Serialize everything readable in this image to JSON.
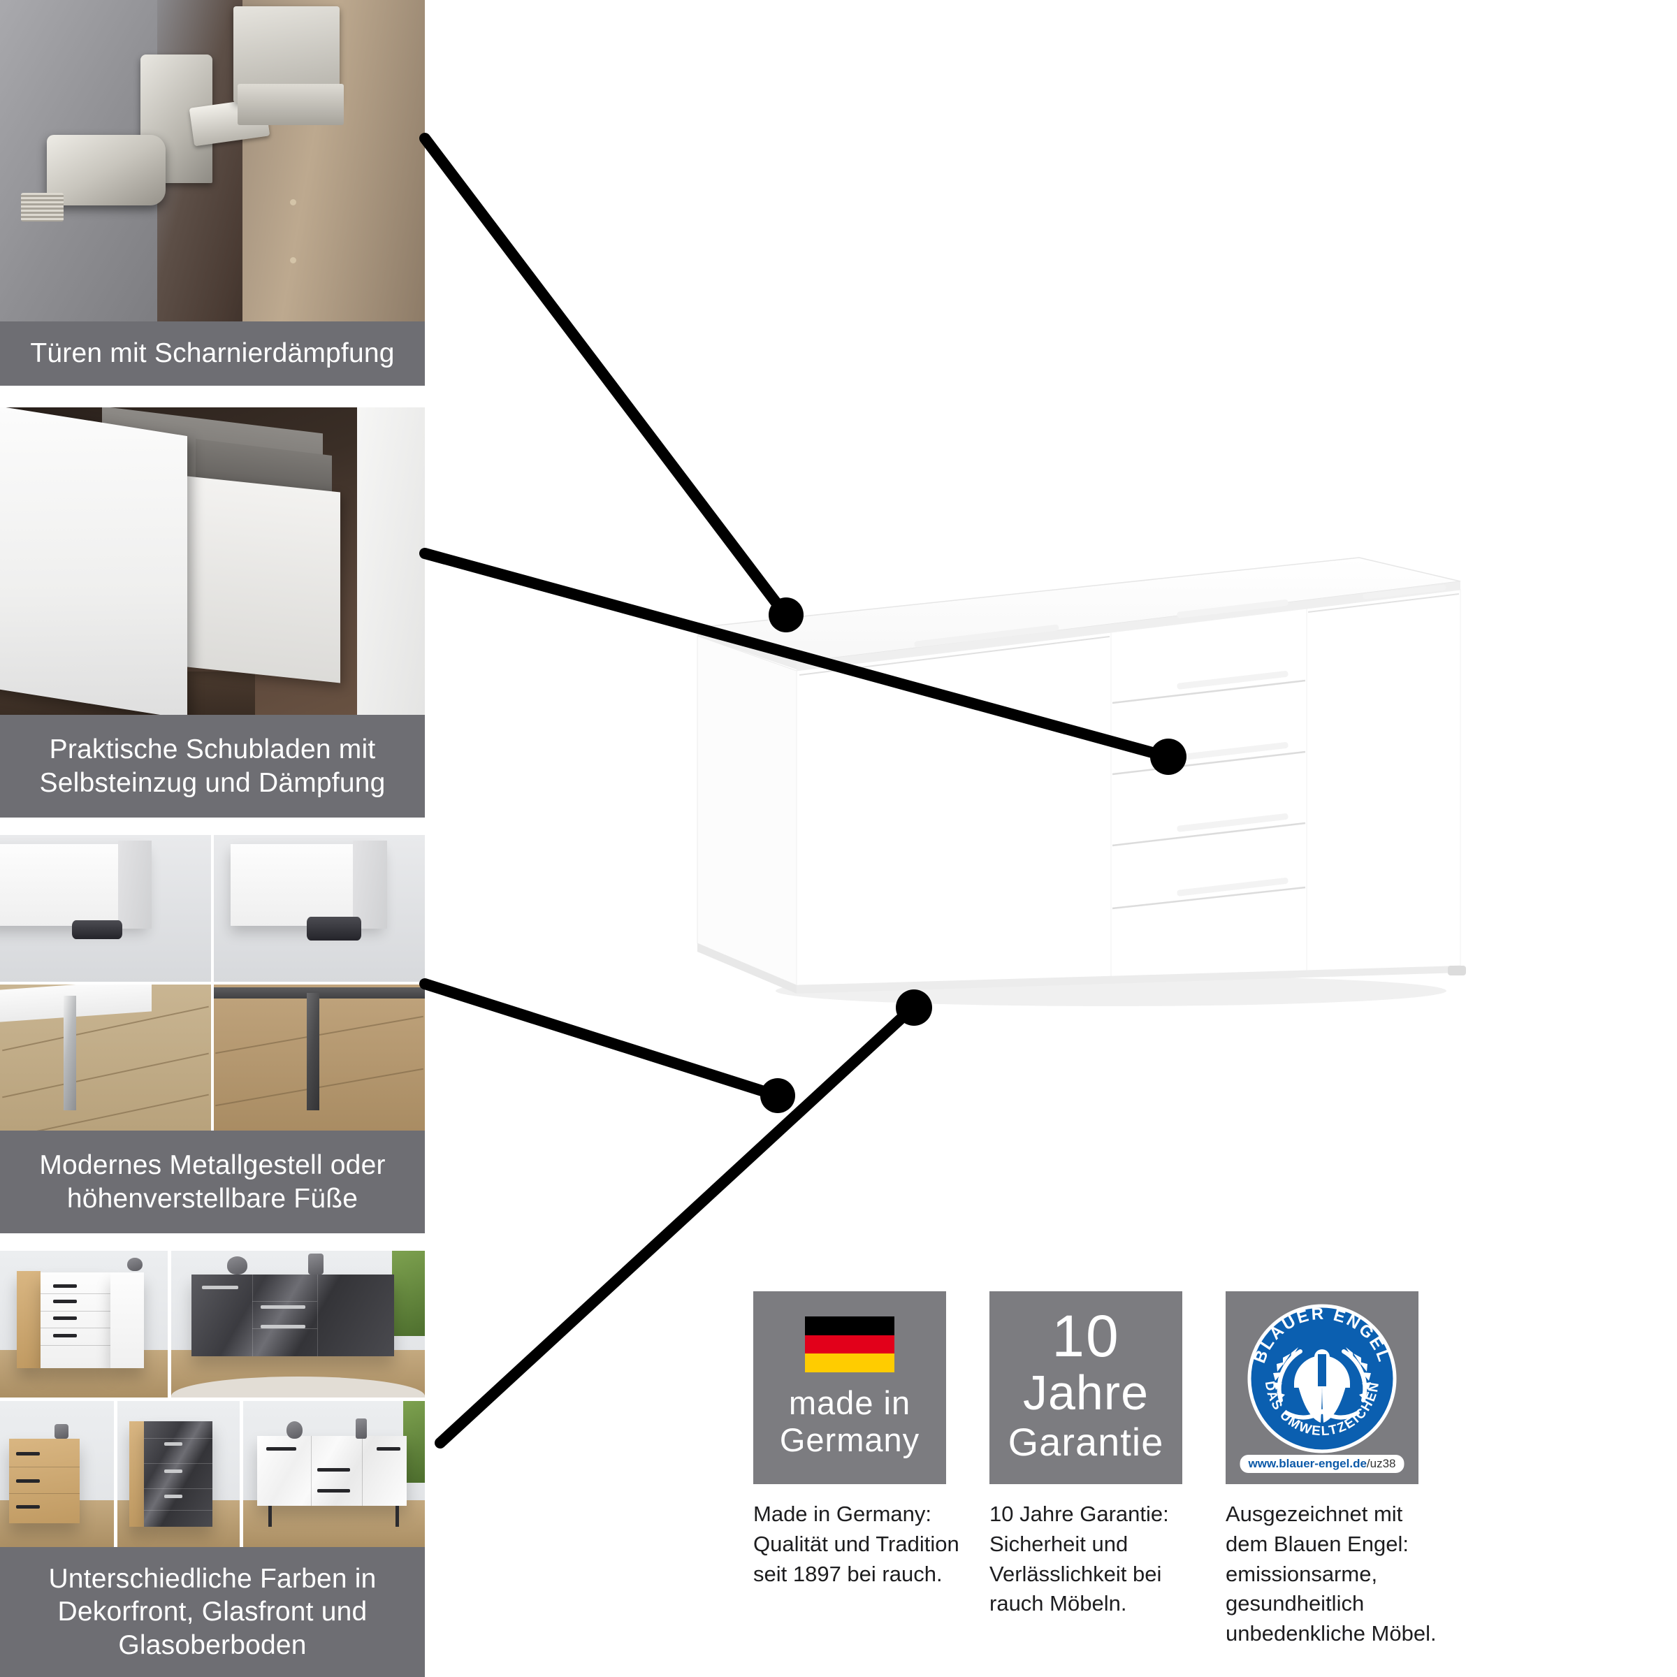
{
  "features": [
    {
      "id": "hinge",
      "caption": "Türen mit Scharnierdämpfung",
      "photo_alt": "Nahaufnahme eines gedämpften Topfscharniers an einer Möbeltür"
    },
    {
      "id": "drawer",
      "caption": "Praktische Schubladen mit\nSelbsteinzug und Dämpfung",
      "photo_alt": "Geöffnete weiße Schublade mit grauen Filz-Einsätzen"
    },
    {
      "id": "feet",
      "caption": "Modernes Metallgestell oder\nhöhenverstellbare Füße",
      "photo_alt": "Vier Detailaufnahmen: höhenverstellbare Füße und Metallbeine"
    },
    {
      "id": "colors",
      "caption": "Unterschiedliche Farben in\nDekorfront, Glasfront und\nGlasoberboden",
      "photo_alt": "Fünf Produktbilder in Eiche, Weiß, Anthrazit und Hochglanz"
    }
  ],
  "product": {
    "name": "Sideboard",
    "finish": "Weiß",
    "doors": 2,
    "drawers": 5,
    "alt": "Weißes Sideboard mit zwei Türen und fünf Schubladen"
  },
  "callouts": [
    {
      "target": "door-left",
      "from_feature": "hinge"
    },
    {
      "target": "drawer-mid",
      "from_feature": "drawer"
    },
    {
      "target": "foot-front",
      "from_feature": "feet"
    },
    {
      "target": "body-front",
      "from_feature": "colors"
    }
  ],
  "badges": [
    {
      "id": "made-in-germany",
      "tile": {
        "type": "flag-text",
        "line1": "made in",
        "line2": "Germany"
      },
      "description": "Made in Germany:\nQualität und Tradition\nseit 1897 bei rauch."
    },
    {
      "id": "guarantee",
      "tile": {
        "type": "text",
        "number": "10",
        "line1": "Jahre",
        "line2": "Garantie"
      },
      "description": "10 Jahre Garantie:\nSicherheit und\nVerlässlichkeit bei\nrauch Möbeln."
    },
    {
      "id": "blauer-engel",
      "tile": {
        "type": "seal",
        "arc_top": "BLAUER ENGEL",
        "arc_bottom": "DAS UMWELTZEICHEN",
        "url_main": "www.blauer-engel.de",
        "url_suffix": "/uz38"
      },
      "description": "Ausgezeichnet mit\ndem Blauen Engel:\nemissionsarme,\ngesundheitlich\nunbedenkliche Möbel."
    }
  ],
  "colors": {
    "caption_bg": "#6e6e73",
    "badge_bg": "#7c7c80",
    "text_dark": "#1d1d1f",
    "text_light": "#ffffff",
    "connector": "#000000",
    "flag_black": "#000000",
    "flag_red": "#e2001a",
    "flag_gold": "#ffcc00",
    "seal_blue": "#0b5fb0",
    "page_bg": "#ffffff"
  }
}
